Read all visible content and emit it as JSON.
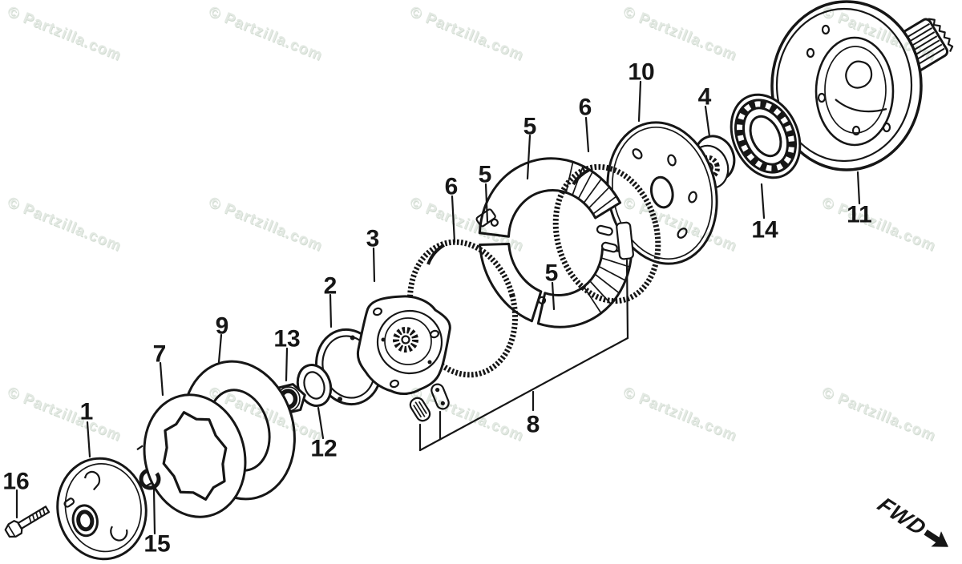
{
  "watermark": {
    "text": "© Partzilla.com",
    "color": "#e3e9e3",
    "shadow": "#d2dcd2"
  },
  "fwd": {
    "label": "FWD"
  },
  "colors": {
    "ink": "#161616",
    "background": "#ffffff"
  },
  "callouts": [
    {
      "ref": "1"
    },
    {
      "ref": "2"
    },
    {
      "ref": "3"
    },
    {
      "ref": "4"
    },
    {
      "ref": "5"
    },
    {
      "ref": "5"
    },
    {
      "ref": "5"
    },
    {
      "ref": "6"
    },
    {
      "ref": "6"
    },
    {
      "ref": "7"
    },
    {
      "ref": "8"
    },
    {
      "ref": "9"
    },
    {
      "ref": "10"
    },
    {
      "ref": "11"
    },
    {
      "ref": "12"
    },
    {
      "ref": "13"
    },
    {
      "ref": "14"
    },
    {
      "ref": "15"
    },
    {
      "ref": "16"
    }
  ]
}
